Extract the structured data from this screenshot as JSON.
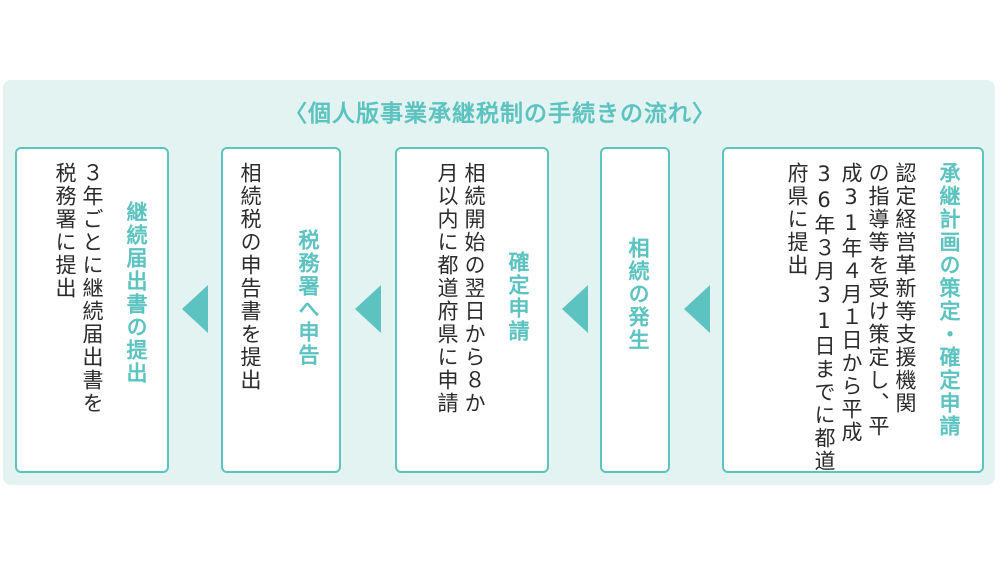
{
  "title": "〈個人版事業承継税制の手続きの流れ〉",
  "steps": [
    {
      "heading": "承継計画の策定・確定申請",
      "body": "認定経営革新等支援機関\nの指導等を受け策定し、平\n成31年４月１日から平成\n36年３月31日までに都道\n府県に提出"
    },
    {
      "heading": "相続の発生",
      "body": ""
    },
    {
      "heading": "確定申請",
      "body": "相続開始の翌日から８か\n月以内に都道府県に申請"
    },
    {
      "heading": "税務署へ申告",
      "body": "相続税の申告書を提出"
    },
    {
      "heading": "継続届出書の提出",
      "body": "３年ごとに継続届出書を\n税務署に提出"
    }
  ],
  "colors": {
    "accent": "#5cc3c0",
    "panel": "#e3f3f2",
    "text": "#2b2b2b"
  },
  "arrow_icon": "left-triangle-arrow"
}
